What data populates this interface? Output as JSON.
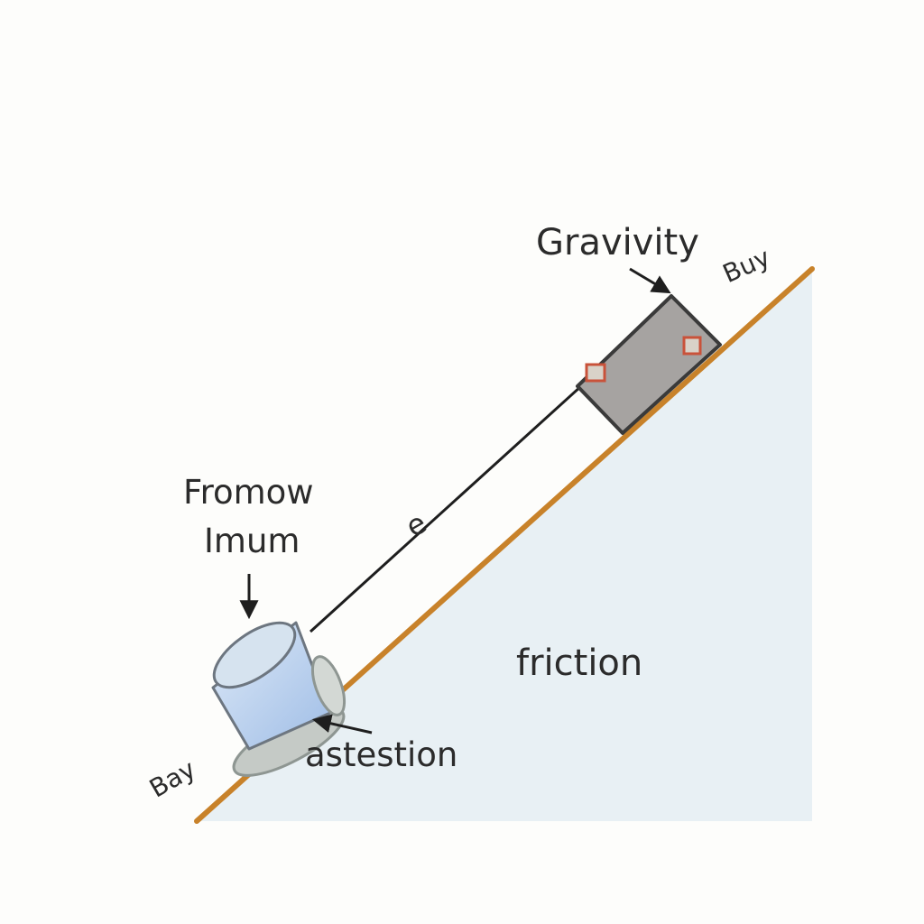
{
  "colors": {
    "incline_fill": "#e8f0f4",
    "incline_edge": "#c8822a",
    "box_fill": "#a6a3a1",
    "box_stroke": "#3a3a3a",
    "box_marker": "#c9523a",
    "cylinder_fill": "#c9dff3",
    "cylinder_base": "#c5cac6",
    "rope": "#1e1e1e",
    "text": "#2b2b2b"
  },
  "labels": {
    "gravity": "Gravivity",
    "buy": "Buy",
    "fromow": "Fromow",
    "imum": "Imum",
    "friction": "friction",
    "astestion": "astestion",
    "bay": "Bay",
    "rope_mark": "e"
  },
  "icons": {
    "box": "box-block",
    "cylinder": "cylinder-block",
    "arrow": "arrow-icon"
  }
}
